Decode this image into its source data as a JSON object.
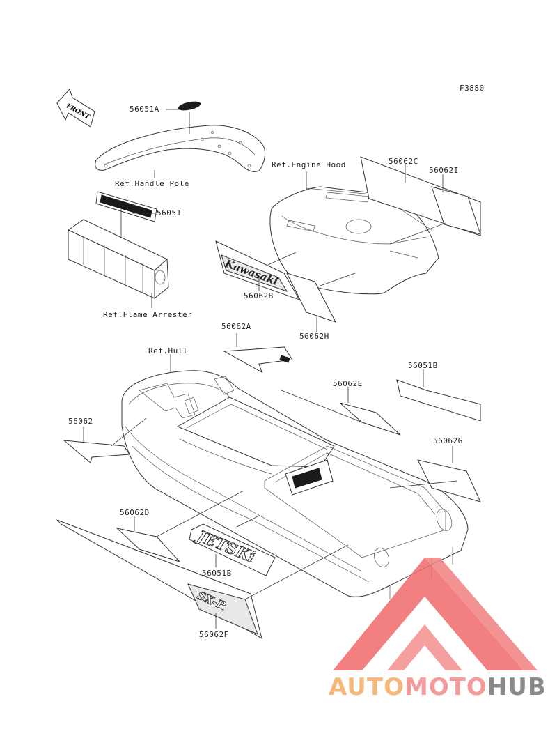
{
  "figure_code": "F3880",
  "front_arrow_text": "FRONT",
  "callouts": {
    "p56051A": "56051A",
    "ref_handle_pole": "Ref.Handle Pole",
    "p56051": "56051",
    "ref_flame_arrester": "Ref.Flame Arrester",
    "ref_engine_hood": "Ref.Engine Hood",
    "p56062C": "56062C",
    "p56062I": "56062I",
    "p56062B": "56062B",
    "p56062H": "56062H",
    "p56062A": "56062A",
    "ref_hull": "Ref.Hull",
    "p56051B_top": "56051B",
    "p56062E": "56062E",
    "p56062": "56062",
    "p56062G": "56062G",
    "p56062D": "56062D",
    "p56051B_bottom": "56051B",
    "p56062F": "56062F"
  },
  "decals": {
    "kawasaki": "Kawasaki",
    "jetski": "JETSKi",
    "sx": "SX-R"
  },
  "watermark": {
    "part1": "AUTO",
    "part2": "MOTO",
    "part3": "HUB",
    "colors": {
      "part1": "#f5b87a",
      "part2": "#f39b9b",
      "part3": "#8a8a8a",
      "triangle": "#f06a6a"
    }
  }
}
